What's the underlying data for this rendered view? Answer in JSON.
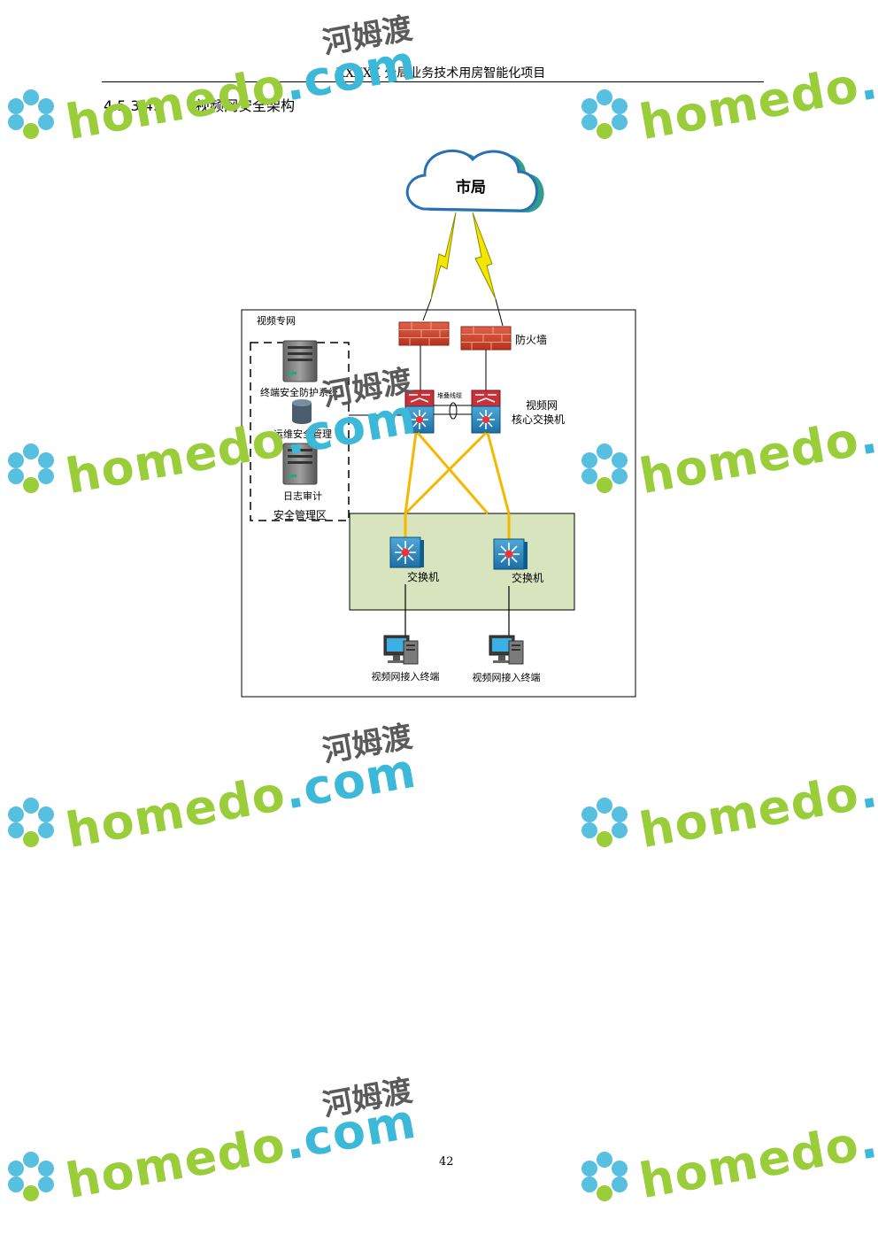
{
  "header": {
    "title": "XXXXX 分局业务技术用房智能化项目"
  },
  "section": {
    "number": "4.5.3.4.",
    "title": "视频网安全架构"
  },
  "diagram": {
    "cloud_label": "市局",
    "zone_label": "视频专网",
    "firewall_label": "防火墙",
    "core_switch_label_line1": "视频网",
    "core_switch_label_line2": "核心交换机",
    "stack_label": "堆叠线缆",
    "mgmt_items": [
      "终端安全防护系统",
      "运维安全管理",
      "日志审计"
    ],
    "mgmt_zone_label": "安全管理区",
    "access_switch_left": "交换机",
    "access_switch_right": "交换机",
    "terminal_left": "视频网接入终端",
    "terminal_right": "视频网接入终端"
  },
  "watermark": {
    "text1": "homedo",
    "text2": ".com",
    "text_cn": "河姆渡"
  },
  "page": {
    "number": "42"
  }
}
